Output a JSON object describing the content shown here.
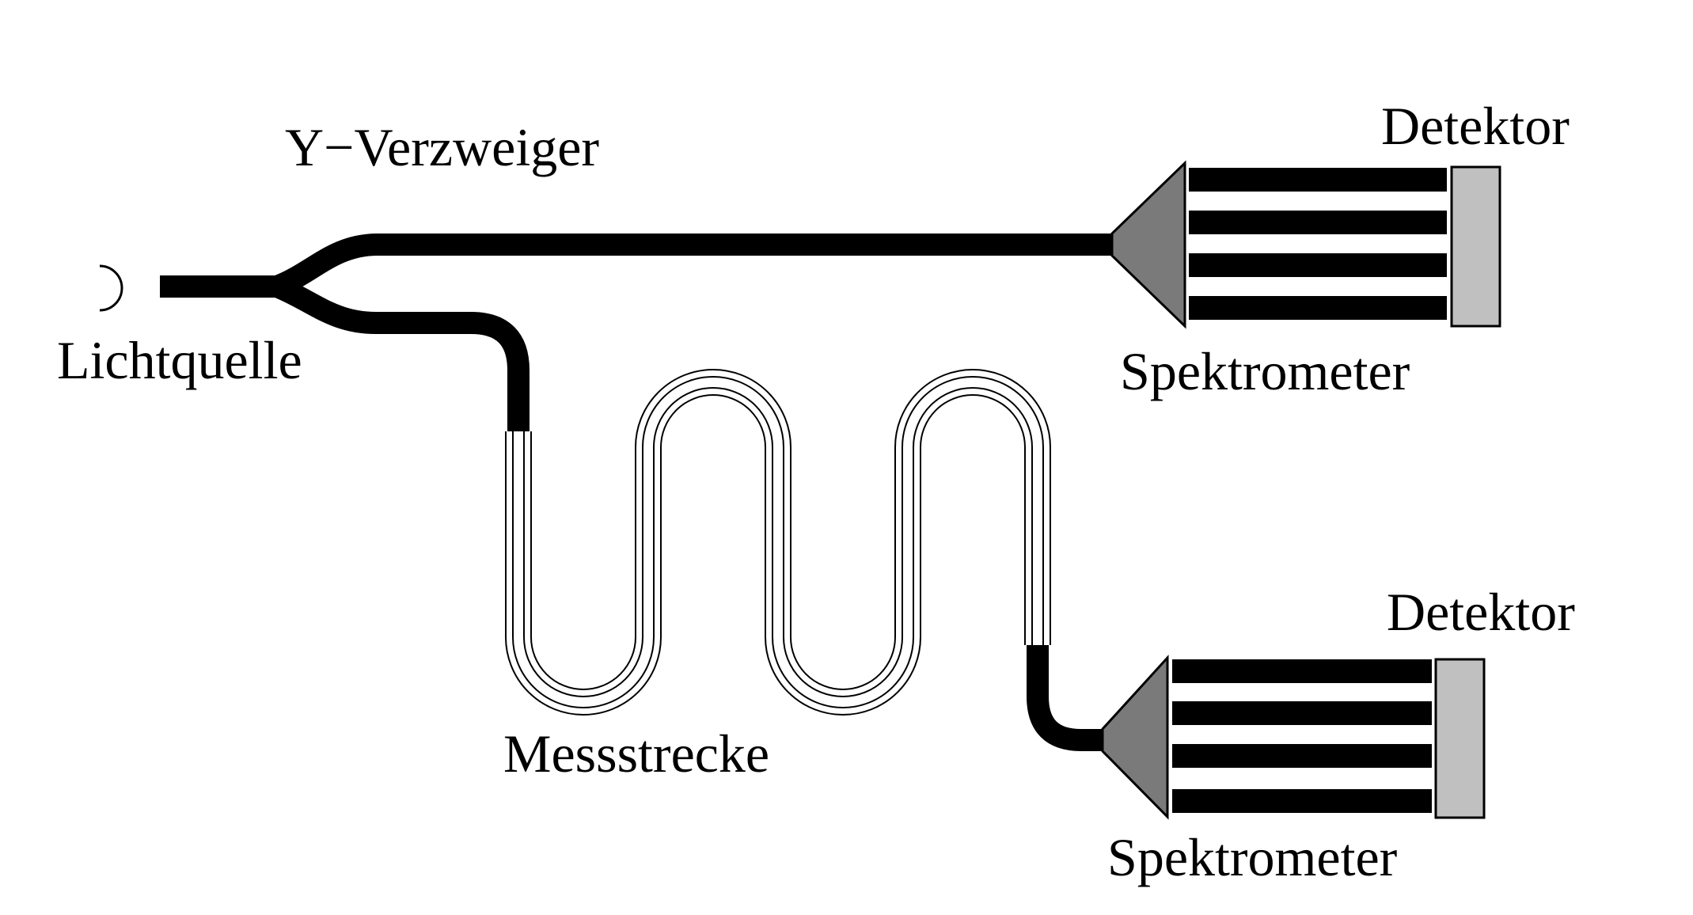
{
  "labels": {
    "splitter": "Y−Verzweiger",
    "light_source": "Lichtquelle",
    "measurement_section": "Messstrecke",
    "detector_top": "Detektor",
    "spectrometer_top": "Spektrometer",
    "detector_bottom": "Detektor",
    "spectrometer_bottom": "Spektrometer"
  },
  "colors": {
    "fiber": "#000000",
    "spectrometer_prism": "#7a7a7a",
    "detector": "#c0c0c0",
    "background": "#ffffff"
  }
}
